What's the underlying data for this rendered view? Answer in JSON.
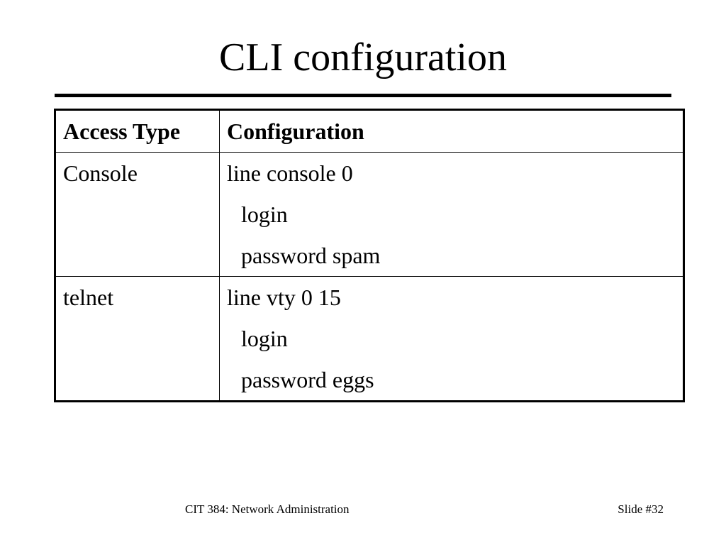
{
  "slide": {
    "title": "CLI configuration"
  },
  "table": {
    "headers": [
      "Access Type",
      "Configuration"
    ],
    "rows": [
      {
        "access": "Console",
        "config": [
          "line console 0",
          "login",
          "password spam"
        ]
      },
      {
        "access": "telnet",
        "config": [
          "line vty 0 15",
          "login",
          "password eggs"
        ]
      }
    ]
  },
  "footer": {
    "course": "CIT 384: Network Administration",
    "slide_number": "Slide #32"
  }
}
